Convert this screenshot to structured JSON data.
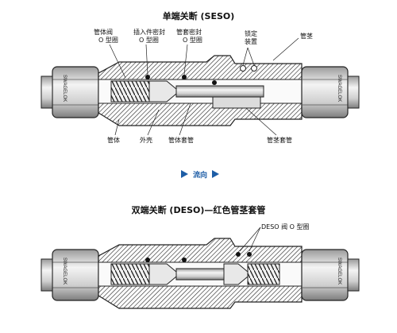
{
  "top": {
    "title": "单端关断 (SESO)",
    "labels": {
      "stem_o_ring": "管体阀",
      "stem_o_ring_sub": "O 型圈",
      "insert_seal": "插入件密封",
      "insert_seal_sub": "O 型圈",
      "tube_seal": "管套密封",
      "tube_seal_sub": "O 型圈",
      "lock_device": "锁定",
      "lock_device_sub": "装置",
      "tube_stem": "管茎",
      "body": "管体",
      "insert": "外壳",
      "body_sleeve": "管体套管",
      "sleeve": "管茎套管"
    },
    "brand": "SWAGELOK"
  },
  "flow": {
    "label": "流向"
  },
  "bottom": {
    "title": "双端关断 (DESO)—红色管茎套管",
    "labels": {
      "deso_o_ring": "DESO 阀 O 型圈"
    },
    "brand": "SWAGELOK"
  },
  "colors": {
    "flow_blue": "#1d5da6",
    "metal": "#d9d9d9",
    "dark": "#222222"
  }
}
